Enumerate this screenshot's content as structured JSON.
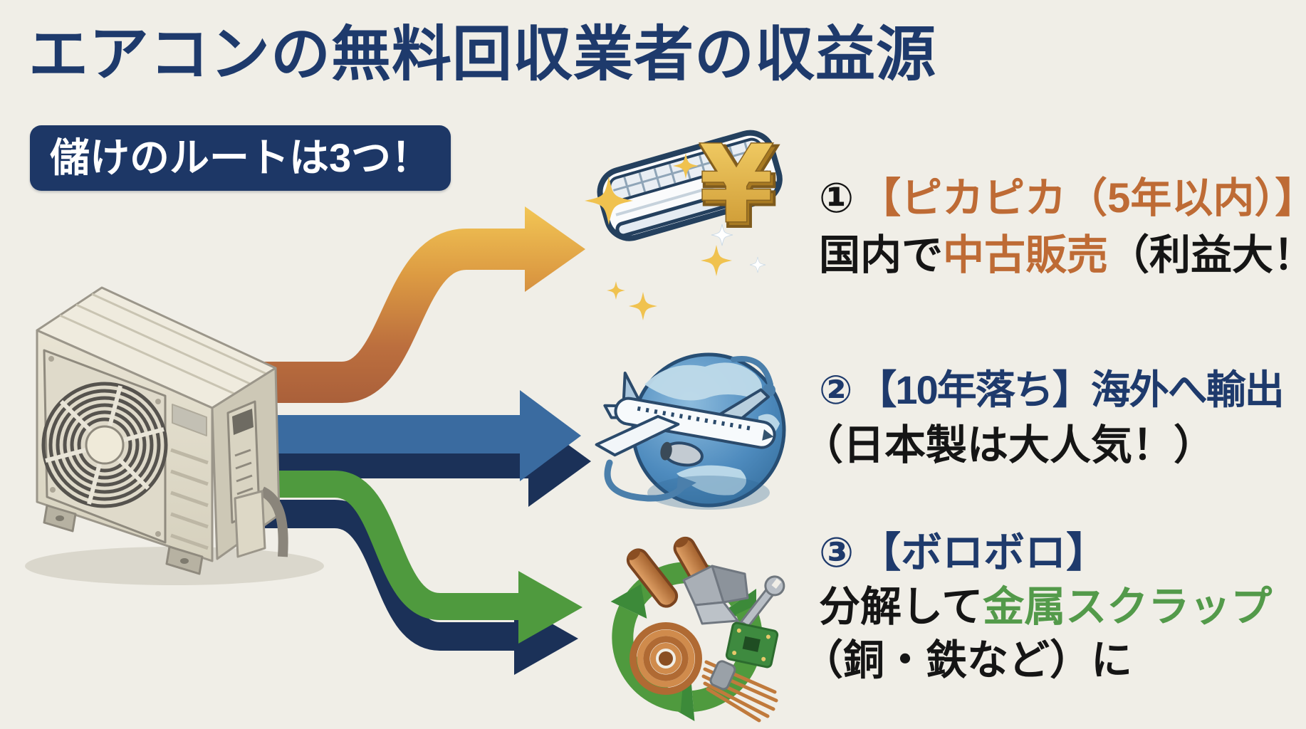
{
  "page": {
    "background": "#F0EEE7"
  },
  "title": {
    "text": "エアコンの無料回収業者の収益源",
    "color": "#1E3A6C"
  },
  "badge": {
    "text": "儲けのルートは3つ！",
    "bg": "#1D3766",
    "text_color": "#FFFFFF"
  },
  "source_unit": {
    "icon": "air-conditioner-outdoor-unit"
  },
  "arrows": {
    "route1_gradient_start": "#EEBE4C",
    "route1_gradient_end": "#B2673C",
    "route2_color": "#3A6BA0",
    "route3_color": "#4F9A3E",
    "shadow_color": "#1B3158"
  },
  "routes": [
    {
      "number": "①",
      "icon": "sparkling-air-conditioner-with-yen",
      "line1_highlight": "【ピカピカ（5年以内）】",
      "line2_pre": "国内で",
      "line2_highlight": "中古販売",
      "line2_post": "（利益大！）",
      "highlight_color": "#BE6B35"
    },
    {
      "number": "②",
      "icon": "globe-airplane",
      "line1": "【10年落ち】海外へ輸出",
      "line2": "（日本製は大人気！）"
    },
    {
      "number": "③",
      "icon": "recycling-scrap-metal",
      "line1": "【ボロボロ】",
      "line2_pre": "分解して",
      "line2_highlight": "金属スクラップ",
      "line2_highlight_color": "#539A4A",
      "line3": "（銅・鉄など）に"
    }
  ]
}
